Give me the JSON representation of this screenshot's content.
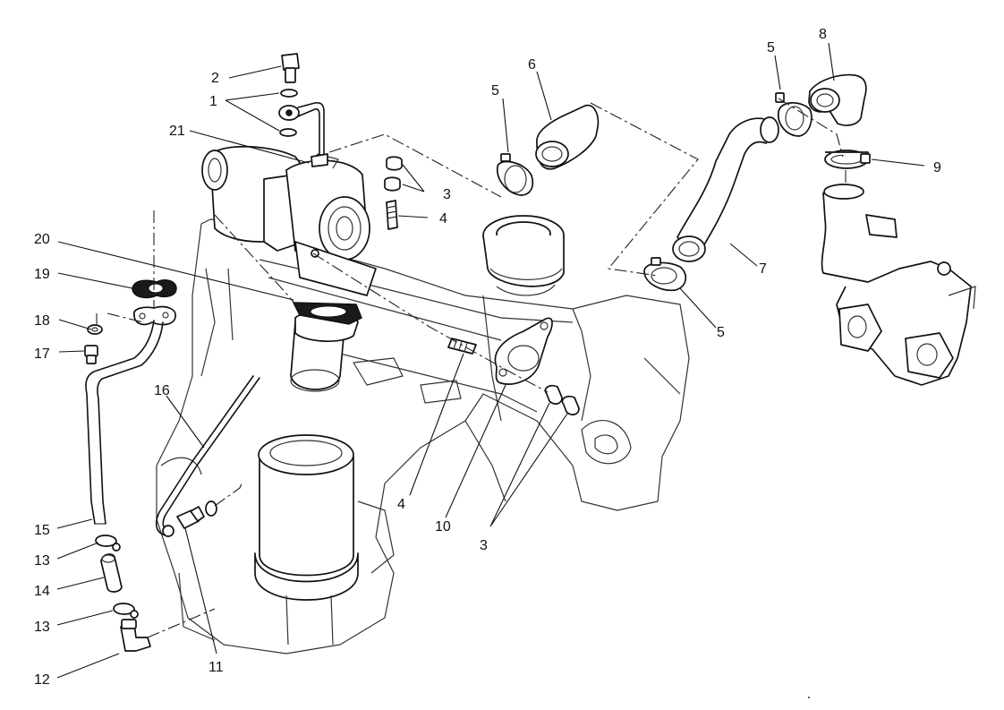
{
  "callouts": [
    {
      "id": "c1",
      "text": "1"
    },
    {
      "id": "c2",
      "text": "2"
    },
    {
      "id": "c3a",
      "text": "3"
    },
    {
      "id": "c3b",
      "text": "3"
    },
    {
      "id": "c4a",
      "text": "4"
    },
    {
      "id": "c4b",
      "text": "4"
    },
    {
      "id": "c5a",
      "text": "5"
    },
    {
      "id": "c5b",
      "text": "5"
    },
    {
      "id": "c5c",
      "text": "5"
    },
    {
      "id": "c6",
      "text": "6"
    },
    {
      "id": "c7",
      "text": "7"
    },
    {
      "id": "c8",
      "text": "8"
    },
    {
      "id": "c9",
      "text": "9"
    },
    {
      "id": "c10",
      "text": "10"
    },
    {
      "id": "c11",
      "text": "11"
    },
    {
      "id": "c12",
      "text": "12"
    },
    {
      "id": "c13a",
      "text": "13"
    },
    {
      "id": "c13b",
      "text": "13"
    },
    {
      "id": "c14",
      "text": "14"
    },
    {
      "id": "c15",
      "text": "15"
    },
    {
      "id": "c16",
      "text": "16"
    },
    {
      "id": "c17",
      "text": "17"
    },
    {
      "id": "c18",
      "text": "18"
    },
    {
      "id": "c19",
      "text": "19"
    },
    {
      "id": "c20",
      "text": "20"
    },
    {
      "id": "c21",
      "text": "21"
    }
  ]
}
